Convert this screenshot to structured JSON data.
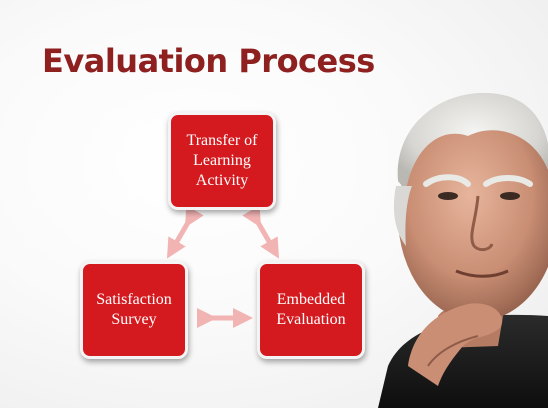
{
  "slide": {
    "title": "Evaluation Process"
  },
  "diagram": {
    "nodes": [
      {
        "id": "transfer",
        "lines": [
          "Transfer of",
          "Learning",
          "Activity"
        ]
      },
      {
        "id": "satisfaction",
        "lines": [
          "Satisfaction",
          "Survey"
        ]
      },
      {
        "id": "embedded",
        "lines": [
          "Embedded",
          "Evaluation"
        ]
      }
    ],
    "connectors": [
      {
        "from": "transfer",
        "to": "satisfaction",
        "style": "double-arrow"
      },
      {
        "from": "transfer",
        "to": "embedded",
        "style": "double-arrow"
      },
      {
        "from": "satisfaction",
        "to": "embedded",
        "style": "double-arrow"
      }
    ],
    "colors": {
      "box_fill": "#d51a1f",
      "box_border": "#f4f4f4",
      "title": "#8e2020",
      "arrow": "#f2b3b3"
    }
  },
  "image": {
    "subject": "elderly man with hand on chin"
  }
}
